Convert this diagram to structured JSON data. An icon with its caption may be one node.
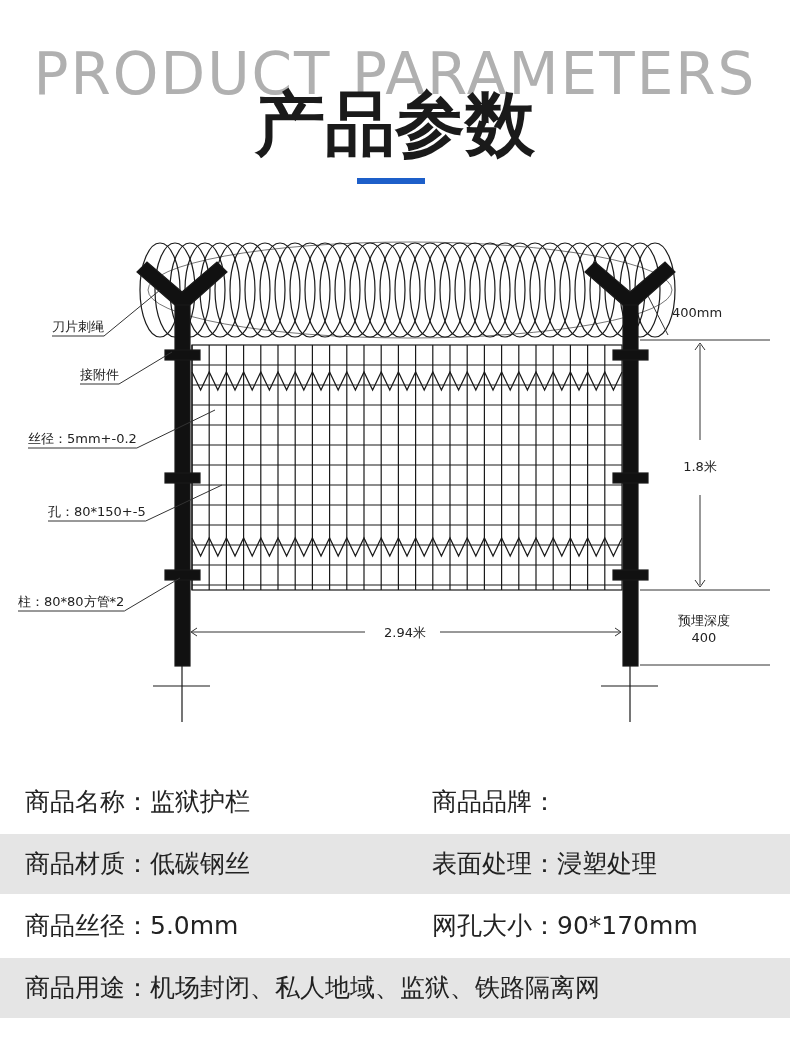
{
  "diagram": {
    "title": "产品参数",
    "nodes": [
      {
        "text": [
          "刀片刺绳"
        ]
      },
      {
        "text": [
          "接附件"
        ]
      },
      {
        "text": [
          "丝径：5mm+-0.2"
        ]
      },
      {
        "text": [
          "孔：80*150+-5"
        ]
      },
      {
        "text": [
          "柱：80*80方管*2"
        ]
      }
    ],
    "edges": [
      {
        "from": 0,
        "to": null,
        "arrow": "none"
      },
      {
        "from": 1,
        "to": null,
        "arrow": "none"
      },
      {
        "from": 2,
        "to": null,
        "arrow": "none"
      },
      {
        "from": 3,
        "to": null,
        "arrow": "none"
      },
      {
        "from": 4,
        "to": null,
        "arrow": "none"
      }
    ],
    "labels": [
      "PRODUCT PARAMETERS",
      "400mm",
      "1.8米",
      "2.94米",
      "预埋深度 400",
      "商品名称：监狱护栏",
      "商品品牌：",
      "商品材质：低碳钢丝",
      "表面处理：浸塑处理",
      "商品丝径：5.0mm",
      "网孔大小：90*170mm",
      "商品用途：机场封闭、私人地域、监狱、铁路隔离网"
    ]
  }
}
